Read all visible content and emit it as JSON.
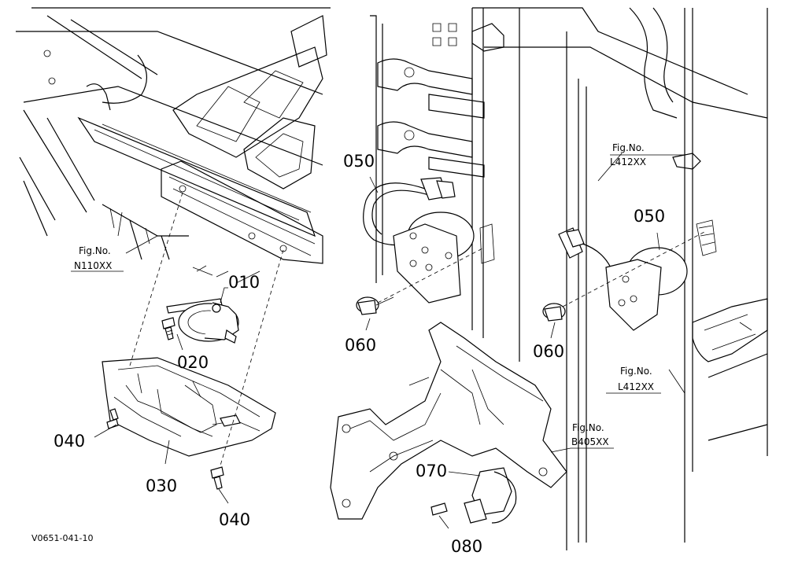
{
  "diagram": {
    "part_numbers": {
      "p010": "010",
      "p020": "020",
      "p030": "030",
      "p040a": "040",
      "p040b": "040",
      "p050a": "050",
      "p050b": "050",
      "p060a": "060",
      "p060b": "060",
      "p070": "070",
      "p080": "080"
    },
    "fig_refs": {
      "n110": {
        "title": "Fig.No.",
        "code": "N110XX"
      },
      "l412_top": {
        "title": "Fig.No.",
        "code": "L412XX"
      },
      "l412_bottom": {
        "title": "Fig.No.",
        "code": "L412XX"
      },
      "b405": {
        "title": "Fig.No.",
        "code": "B405XX"
      }
    },
    "drawing_code": "V0651-041-10"
  }
}
